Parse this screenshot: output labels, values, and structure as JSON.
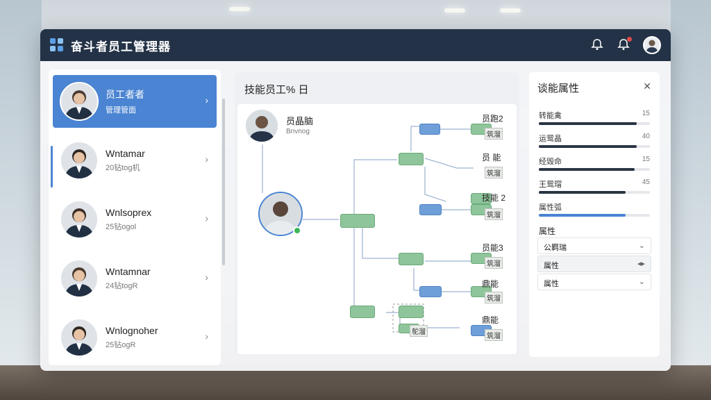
{
  "app": {
    "title": "奋斗者员工管理器"
  },
  "employees": [
    {
      "name": "员工者者",
      "sub": "管理管面",
      "active": true
    },
    {
      "name": "Wntamar",
      "sub": "20钻tog机"
    },
    {
      "name": "Wnlsoprex",
      "sub": "25钻ogol"
    },
    {
      "name": "Wntamnar",
      "sub": "24钻togR"
    },
    {
      "name": "Wnlognoher",
      "sub": "25钻ogR"
    }
  ],
  "center": {
    "title": "技能员工% 日",
    "root": {
      "name": "员晶脑",
      "sub": "Bnvnog"
    },
    "labels": [
      "员跑2",
      "员 能",
      "技能 2",
      "员能3",
      "鼎能",
      "鼎能"
    ],
    "tags": [
      "筑溜",
      "筑溜",
      "筑溜",
      "筑溜",
      "筑溜",
      "筑溜",
      "鸵溜"
    ]
  },
  "right": {
    "title": "谈能属性",
    "attrs": [
      {
        "label": "转能禽",
        "value": "15",
        "fill": 0.88
      },
      {
        "label": "运鸳晶",
        "value": "40",
        "fill": 0.88,
        "accent": "#2f7a4f"
      },
      {
        "label": "经毁命",
        "value": "15",
        "fill": 0.86
      },
      {
        "label": "王鸳瑁",
        "value": "45",
        "fill": 0.78
      },
      {
        "label": "属性弧",
        "value": "",
        "fill": 0.78,
        "color": "#4a84d2"
      }
    ],
    "section": "属性",
    "selects": [
      {
        "value": "公羁瑞"
      },
      {
        "value": "属性"
      },
      {
        "value": "属性"
      }
    ]
  },
  "colors": {
    "topbar": "#233246",
    "accent": "#4a84d2",
    "node_green": "#8fc59a",
    "node_blue": "#6f9fd8"
  }
}
